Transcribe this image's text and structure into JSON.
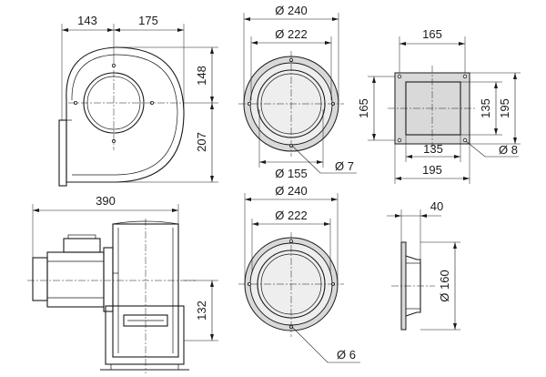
{
  "dimensions": {
    "fan_side": {
      "width_left": "143",
      "width_right": "175",
      "height_upper": "148",
      "height_lower": "207"
    },
    "inlet_ring_top": {
      "outer_dia": "Ø 240",
      "bolt_circle": "Ø 222",
      "inner_dia": "Ø 155",
      "hole_dia": "Ø 7"
    },
    "outlet_flange": {
      "outer_width_top": "165",
      "outer_height_left": "165",
      "inner_height": "135",
      "outer_height_right": "195",
      "inner_width_bottom": "135",
      "outer_width_bottom": "195",
      "hole_dia": "Ø 8"
    },
    "fan_front": {
      "total_length": "390",
      "outlet_height": "132"
    },
    "inlet_ring_bottom": {
      "outer_dia": "Ø 240",
      "bolt_circle": "Ø 222",
      "hole_dia": "Ø 6"
    },
    "nozzle_side": {
      "depth": "40",
      "dia": "Ø 160"
    }
  }
}
